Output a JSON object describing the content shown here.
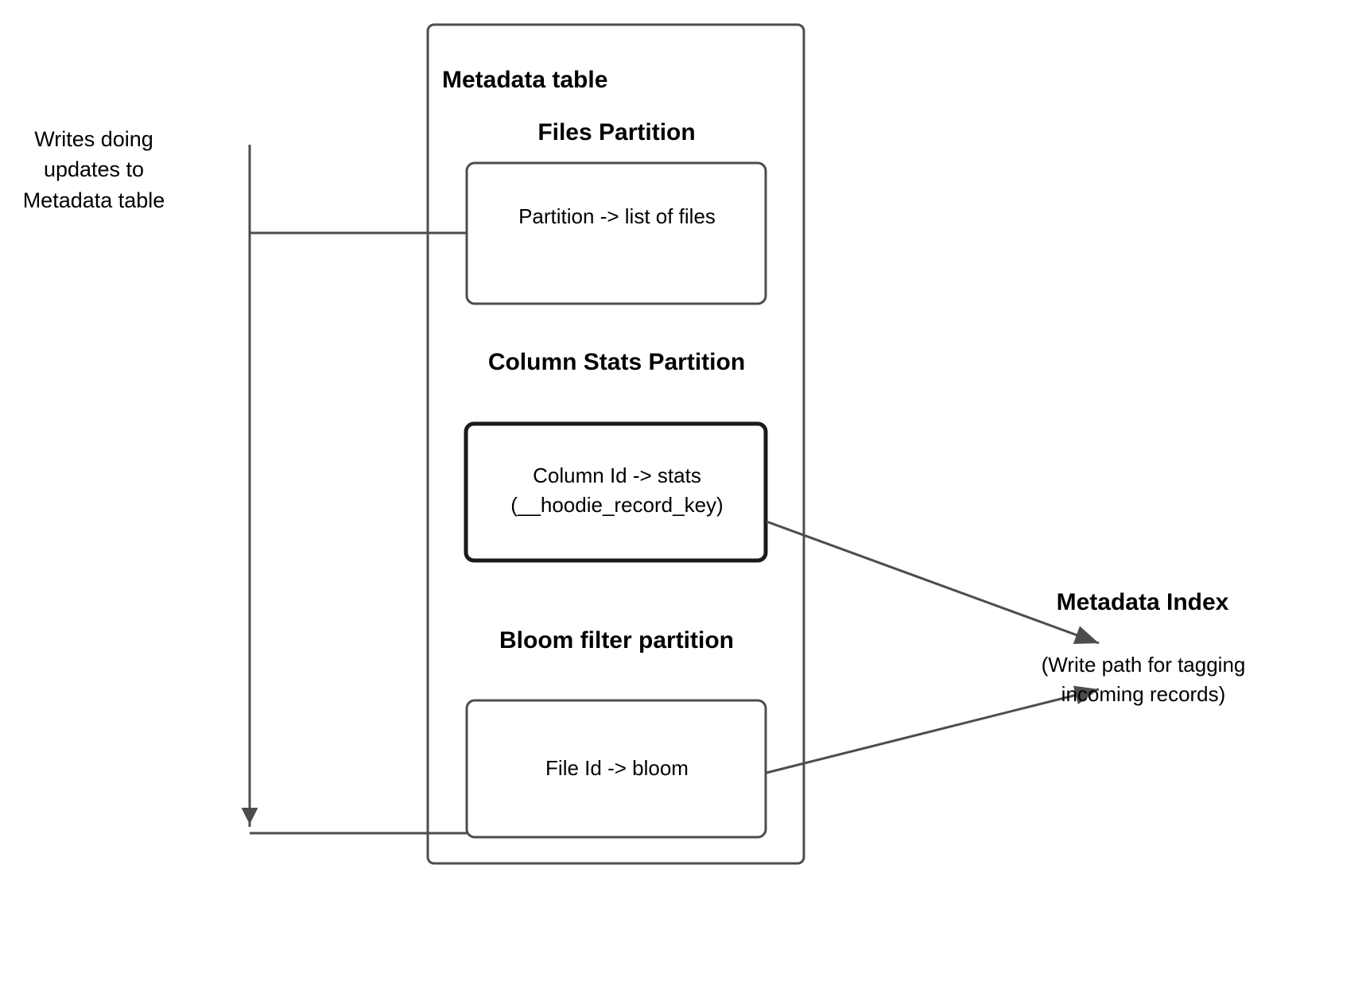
{
  "diagram": {
    "type": "block-diagram",
    "background": "#ffffff",
    "stroke_color": "#4d4d4d",
    "stroke_color_dark": "#1a1a1a",
    "text_color": "#000000"
  },
  "left_annotation": {
    "text": "Writes doing updates to Metadata table"
  },
  "metadata_table": {
    "title": "Metadata table",
    "partitions": [
      {
        "name": "files",
        "title": "Files Partition",
        "box_text": "Partition -> list of files"
      },
      {
        "name": "column-stats",
        "title": "Column Stats Partition",
        "box_text": "Column Id  -> stats\n(__hoodie_record_key)"
      },
      {
        "name": "bloom-filter",
        "title": "Bloom filter partition",
        "box_text": "File Id -> bloom"
      }
    ]
  },
  "metadata_index": {
    "title": "Metadata Index",
    "caption": "(Write path for tagging incoming records)"
  },
  "connectors": [
    {
      "name": "writes-to-files-partition",
      "style": "orthogonal",
      "arrowhead": false
    },
    {
      "name": "writes-to-bloom-partition",
      "style": "orthogonal",
      "arrowhead": true,
      "direction": "down"
    },
    {
      "name": "column-stats-to-metadata-index",
      "style": "diagonal",
      "arrowhead": true
    },
    {
      "name": "bloom-to-metadata-index",
      "style": "diagonal",
      "arrowhead": true
    }
  ]
}
